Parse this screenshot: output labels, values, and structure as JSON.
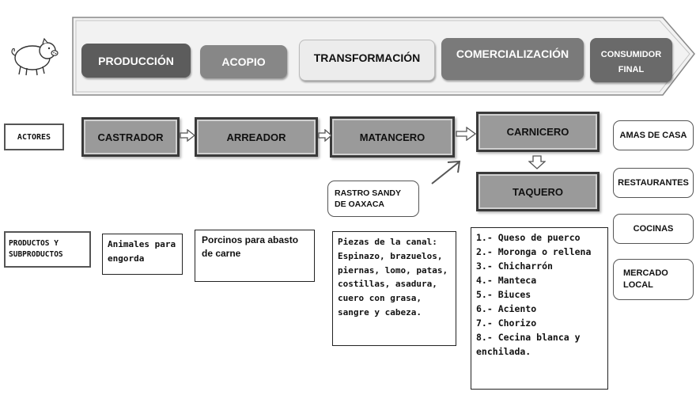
{
  "stages": [
    {
      "label": "PRODUCCIÓN"
    },
    {
      "label": "ACOPIO"
    },
    {
      "label": "TRANSFORMACIÓN"
    },
    {
      "label": "COMERCIALIZACIÓN"
    },
    {
      "label": "CONSUMIDOR FINAL"
    }
  ],
  "row_labels": {
    "actores": "ACTORES",
    "productos": "PRODUCTOS Y SUBPRODUCTOS"
  },
  "actors": {
    "castrador": "CASTRADOR",
    "arreador": "ARREADOR",
    "matancero": "MATANCERO",
    "carnicero": "CARNICERO",
    "taquero": "TAQUERO"
  },
  "rastro": "RASTRO SANDY DE OAXACA",
  "consumers": [
    "AMAS DE CASA",
    "RESTAURANTES",
    "COCINAS",
    "MERCADO LOCAL"
  ],
  "products": {
    "animales": "Animales para engorda",
    "porcinos": "Porcinos para abasto de carne",
    "piezas": "Piezas de la canal: Espinazo, brazuelos, piernas, lomo, patas, costillas, asadura, cuero con grasa, sangre y cabeza.",
    "subproductos": [
      "1.- Queso de puerco",
      "2.- Moronga o rellena",
      "3.- Chicharrón",
      "4.- Manteca",
      "5.- Biuces",
      "6.- Aciento",
      "7.- Chorizo",
      "8.- Cecina blanca y enchilada."
    ]
  },
  "colors": {
    "produccion": "#5c5c5c",
    "acopio": "#878787",
    "transformacion": "#ececec",
    "comercializacion": "#7a7a7a",
    "consumidor": "#6a6a6a",
    "actor_fill": "#9a9a9a"
  },
  "icons": [
    "pig-icon",
    "arrow-right-icon",
    "arrow-down-icon",
    "diagonal-arrow-icon"
  ]
}
